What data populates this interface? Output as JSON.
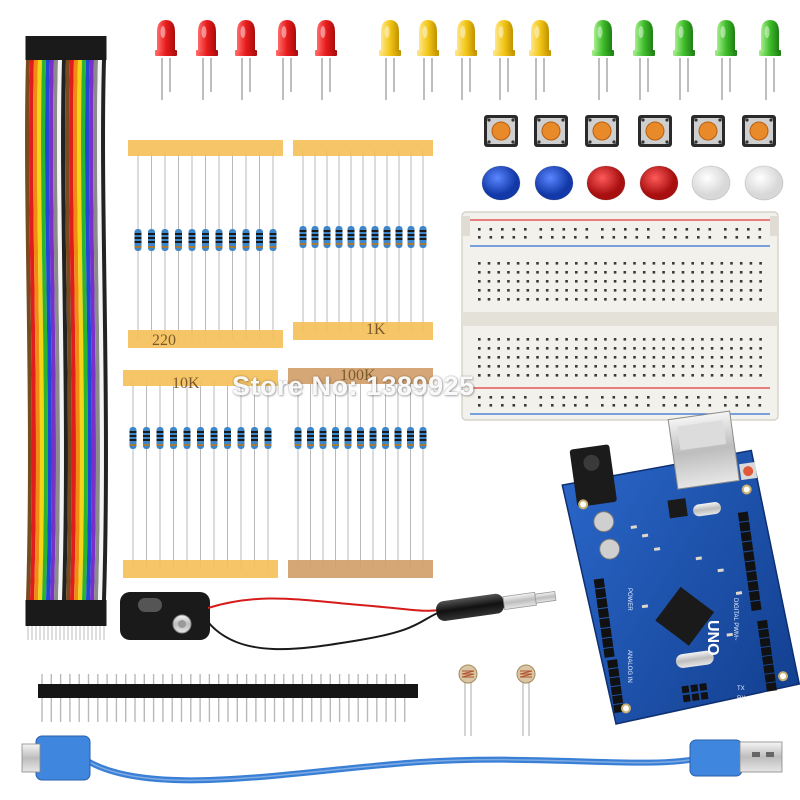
{
  "watermark": "Store No: 1389925",
  "resistor_tapes": {
    "r1": "220",
    "r2": "1K",
    "r3": "10K",
    "r4": "100K"
  },
  "arduino": {
    "model": "UNO",
    "header_digital": "DIGITAL PWM~",
    "header_analog": "ANALOG IN",
    "header_power": "POWER",
    "tx": "TX",
    "rx": "RX"
  },
  "colors": {
    "led_red": "#e81b1b",
    "led_yellow": "#f2c617",
    "led_green": "#3fbd2b",
    "cap_blue": "#1f4fd6",
    "cap_red": "#d81f1f",
    "cap_white": "#f2f2f2",
    "board_blue": "#1f56b5",
    "cable_blue": "#3a7fd6",
    "tape": "#f4c05a",
    "tape_brown": "#d3a06a"
  },
  "icons": [
    "led-icon",
    "pushbutton-icon",
    "resistor-icon",
    "breadboard-icon",
    "arduino-board-icon",
    "usb-cable-icon",
    "battery-clip-icon",
    "pin-header-icon",
    "photoresistor-icon",
    "jumper-wire-icon"
  ]
}
